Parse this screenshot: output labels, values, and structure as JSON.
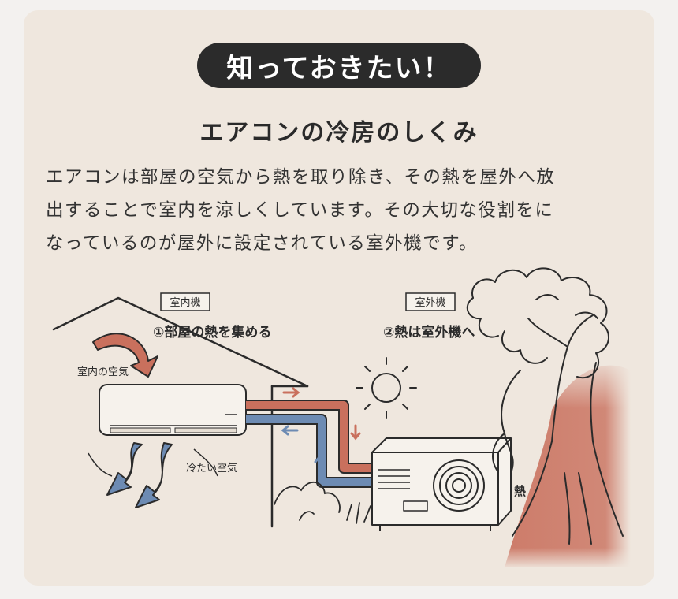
{
  "badge": "知っておきたい！",
  "title": "エアコンの冷房のしくみ",
  "body_lines": [
    "エアコンは部屋の空気から熱を取り除き、その熱を屋外へ放",
    "出することで室内を涼しくしています。その大切な役割をに",
    "なっているのが屋外に設定されている室外機です。"
  ],
  "diagram": {
    "indoor_tag": "室内機",
    "outdoor_tag": "室外機",
    "step1": "①部屋の熱を集める",
    "step2": "②熱は室外機へ",
    "room_air": "室内の空気",
    "cool_air": "冷たい空気",
    "heat": "熱",
    "colors": {
      "warm": "#c9705d",
      "cool": "#6d8bb3",
      "line": "#2b2b2b",
      "bg": "#efe7de"
    }
  }
}
